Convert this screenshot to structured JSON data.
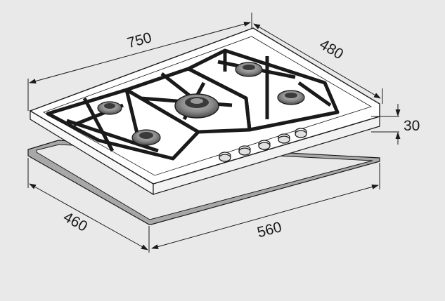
{
  "dimensions": {
    "hob_width": "750",
    "hob_depth": "480",
    "hob_height": "30",
    "cutout_depth": "460",
    "cutout_width": "560"
  },
  "colors": {
    "background": "#e9e9e9",
    "line": "#1a1a1a",
    "cutout_frame": "#a8a8a8",
    "burner": "#8a8a8a"
  }
}
